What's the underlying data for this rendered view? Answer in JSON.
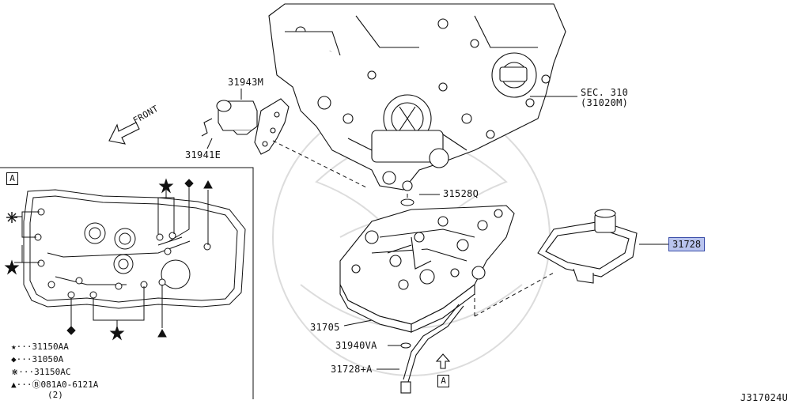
{
  "labels": {
    "p31943m": "31943M",
    "p31941e": "31941E",
    "front": "FRONT",
    "sec310": "SEC. 310",
    "sec310_ref": "(31020M)",
    "p31528q": "31528Q",
    "p31728": "31728",
    "p31705": "31705",
    "p31940va": "31940VA",
    "p31728a": "31728+A",
    "view_a": "A",
    "inset_a": "A",
    "figure_id": "J317024U"
  },
  "legend": [
    {
      "symbol": "★",
      "text": "···31150AA"
    },
    {
      "symbol": "◆",
      "text": "···31050A"
    },
    {
      "symbol": "⋇",
      "text": "···31150AC"
    },
    {
      "symbol": "▲",
      "text": "···Ⓑ081A0-6121A"
    }
  ],
  "legend_qty": "(2)",
  "colors": {
    "line": "#111111",
    "highlight_fill": "#b9c4ee",
    "highlight_border": "#3a4da8",
    "watermark": "#dcdcdc"
  }
}
